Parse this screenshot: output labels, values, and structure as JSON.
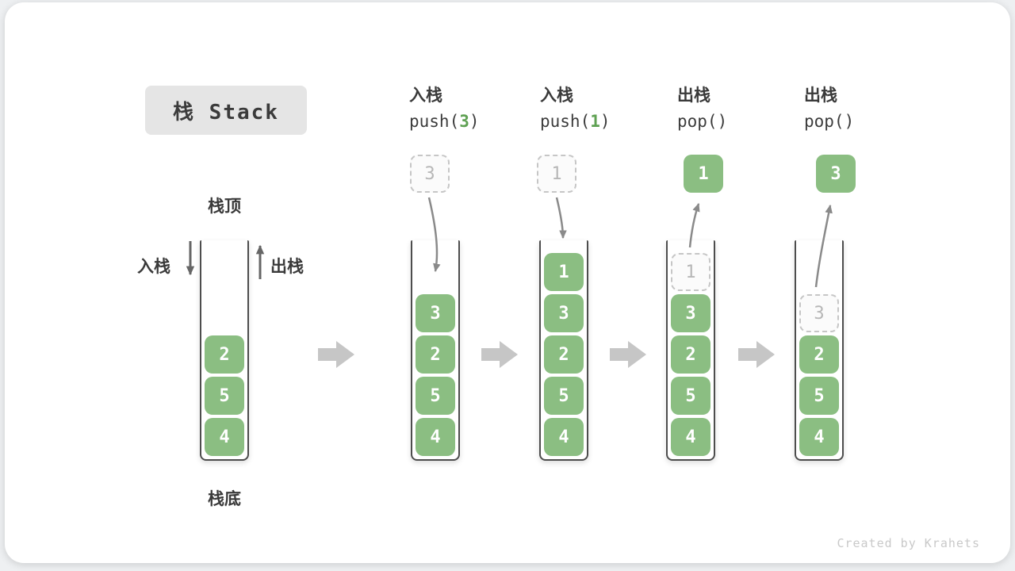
{
  "title": "栈 Stack",
  "side_labels": {
    "top": "栈顶",
    "bottom": "栈底",
    "push": "入栈",
    "pop": "出栈"
  },
  "operations": [
    {
      "action": "入栈",
      "code_prefix": "push(",
      "arg": "3",
      "code_suffix": ")"
    },
    {
      "action": "入栈",
      "code_prefix": "push(",
      "arg": "1",
      "code_suffix": ")"
    },
    {
      "action": "出栈",
      "code_prefix": "pop(",
      "arg": "",
      "code_suffix": ")"
    },
    {
      "action": "出栈",
      "code_prefix": "pop(",
      "arg": "",
      "code_suffix": ")"
    }
  ],
  "stacks": [
    {
      "floating": null,
      "cells": [
        {
          "value": "2",
          "style": "solid"
        },
        {
          "value": "5",
          "style": "solid"
        },
        {
          "value": "4",
          "style": "solid"
        }
      ]
    },
    {
      "floating": {
        "value": "3",
        "style": "dashed"
      },
      "cells": [
        {
          "value": "3",
          "style": "solid"
        },
        {
          "value": "2",
          "style": "solid"
        },
        {
          "value": "5",
          "style": "solid"
        },
        {
          "value": "4",
          "style": "solid"
        }
      ]
    },
    {
      "floating": {
        "value": "1",
        "style": "dashed"
      },
      "cells": [
        {
          "value": "1",
          "style": "solid"
        },
        {
          "value": "3",
          "style": "solid"
        },
        {
          "value": "2",
          "style": "solid"
        },
        {
          "value": "5",
          "style": "solid"
        },
        {
          "value": "4",
          "style": "solid"
        }
      ]
    },
    {
      "floating": {
        "value": "1",
        "style": "solid"
      },
      "cells": [
        {
          "value": "1",
          "style": "dashed"
        },
        {
          "value": "3",
          "style": "solid"
        },
        {
          "value": "2",
          "style": "solid"
        },
        {
          "value": "5",
          "style": "solid"
        },
        {
          "value": "4",
          "style": "solid"
        }
      ]
    },
    {
      "floating": {
        "value": "3",
        "style": "solid"
      },
      "cells": [
        {
          "value": "3",
          "style": "dashed"
        },
        {
          "value": "2",
          "style": "solid"
        },
        {
          "value": "5",
          "style": "solid"
        },
        {
          "value": "4",
          "style": "solid"
        }
      ]
    }
  ],
  "watermark": "Created by Krahets",
  "colors": {
    "cell_green": "#8bbe82",
    "arg_green": "#5fa153",
    "stack_wall": "#4d4d4d",
    "curve_arrow": "#8a8a8a",
    "side_arrow": "#666666",
    "block_arrow": "#c6c6c6",
    "dashed_border": "#c6c6c6",
    "title_bg": "#e5e5e5"
  }
}
